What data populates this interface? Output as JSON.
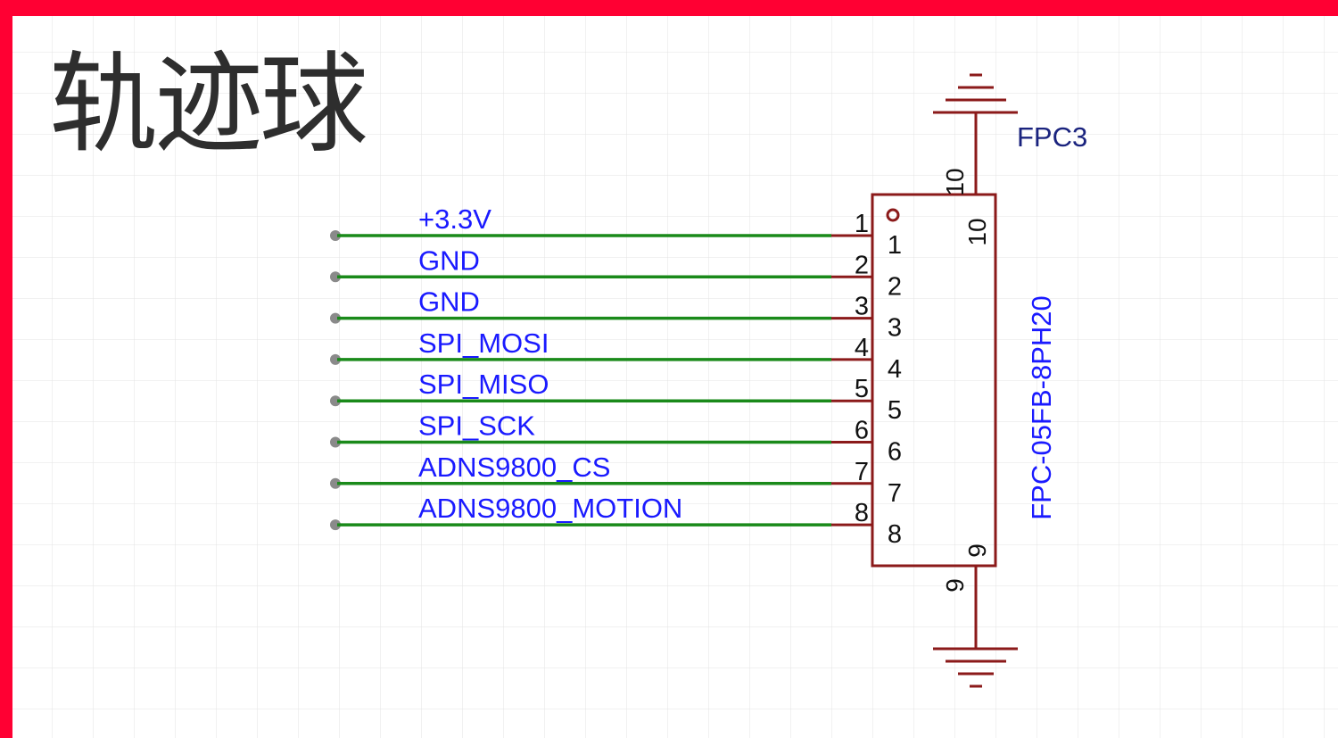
{
  "title": "轨迹球",
  "component": {
    "designator": "FPC3",
    "part": "FPC-05FB-8PH20",
    "top_pin": "10",
    "bottom_pin": "9"
  },
  "nets": [
    {
      "label": "+3.3V",
      "pin": "1"
    },
    {
      "label": "GND",
      "pin": "2"
    },
    {
      "label": "GND",
      "pin": "3"
    },
    {
      "label": "SPI_MOSI",
      "pin": "4"
    },
    {
      "label": "SPI_MISO",
      "pin": "5"
    },
    {
      "label": "SPI_SCK",
      "pin": "6"
    },
    {
      "label": "ADNS9800_CS",
      "pin": "7"
    },
    {
      "label": "ADNS9800_MOTION",
      "pin": "8"
    }
  ],
  "colors": {
    "border": "#ff0033",
    "wire": "#1a8a1a",
    "part": "#8b1a1a",
    "net_label": "#1a1aff",
    "designator": "#1a237e",
    "grid": "#e6e6e6"
  }
}
